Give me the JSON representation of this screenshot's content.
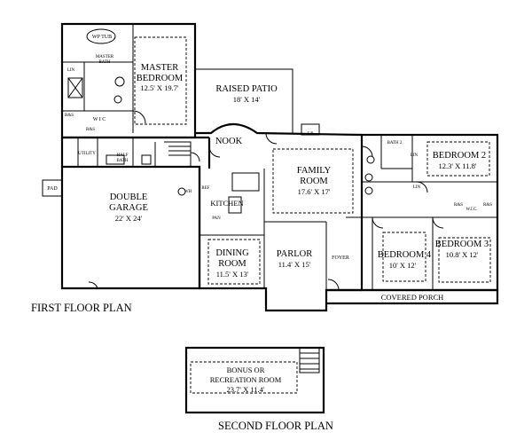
{
  "titles": {
    "first_floor": "FIRST FLOOR PLAN",
    "second_floor": "SECOND FLOOR PLAN"
  },
  "rooms": {
    "master_bedroom": {
      "name_line1": "MASTER",
      "name_line2": "BEDROOM",
      "dims": "12.5' X 19.7'"
    },
    "raised_patio": {
      "name": "RAISED PATIO",
      "dims": "18' X 14'"
    },
    "double_garage": {
      "name_line1": "DOUBLE",
      "name_line2": "GARAGE",
      "dims": "22' X 24'"
    },
    "family_room": {
      "name_line1": "FAMILY",
      "name_line2": "ROOM",
      "dims": "17.6' X 17'"
    },
    "bedroom_2": {
      "name": "BEDROOM 2",
      "dims": "12.3' X 11.8'"
    },
    "bedroom_3": {
      "name": "BEDROOM 3",
      "dims": "10.8' X 12'"
    },
    "bedroom_4": {
      "name": "BEDROOM 4",
      "dims": "10' X 12'"
    },
    "dining_room": {
      "name_line1": "DINING",
      "name_line2": "ROOM",
      "dims": "11.5' X 13'"
    },
    "parlor": {
      "name": "PARLOR",
      "dims": "11.4' X 15'"
    },
    "bonus_room": {
      "name_line1": "BONUS OR",
      "name_line2": "RECREATION ROOM",
      "dims": "23.7' X 11.4'"
    }
  },
  "labels": {
    "wp_tub": "WP TUB",
    "master_bath_1": "MASTER",
    "master_bath_2": "BATH",
    "lin_master": "LIN",
    "wic_master": "W I C",
    "rs_master_1": "R&S",
    "rs_master_2": "R&S",
    "nook": "NOOK",
    "fp": "F/P",
    "utility": "UTILITY",
    "half_bath_1": "HALF",
    "half_bath_2": "BATH",
    "pad": "PAD",
    "whs": "WH",
    "ref": "REF",
    "kitchen": "KITCHEN",
    "pan": "PAN",
    "foyer": "FOYER",
    "bath2": "BATH 2",
    "lin_hall": "LIN",
    "lin_bath": "LIN",
    "wic_br3": "W.I.C.",
    "rs_br3_1": "R&S",
    "rs_br3_2": "R&S",
    "covered_porch": "COVERED PORCH"
  }
}
